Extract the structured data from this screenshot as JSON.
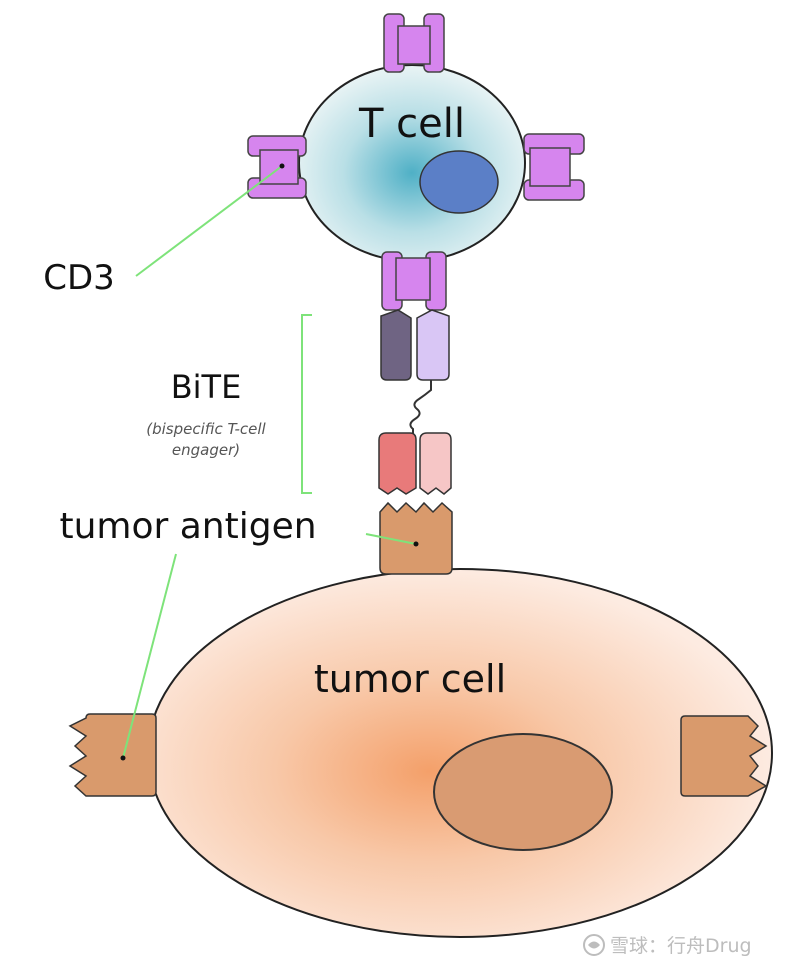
{
  "labels": {
    "t_cell": "T cell",
    "cd3": "CD3",
    "bite": "BiTE",
    "bite_sub_1": "(bispecific T-cell",
    "bite_sub_2": "engager)",
    "tumor_antigen": "tumor antigen",
    "tumor_cell": "tumor cell"
  },
  "watermark": {
    "text": "雪球：行舟Drug"
  },
  "colors": {
    "t_cell_fill_center": "#5fb8cc",
    "t_cell_fill_edge": "#e8f3f4",
    "nucleus_blue": "#5b7fc7",
    "cd3_violet": "#d685ee",
    "bite_dark": "#6f6483",
    "bite_light": "#d9c6f5",
    "bite_red": "#e87a7a",
    "bite_pink": "#f6c6c6",
    "antigen_brown": "#d99a6c",
    "tumor_fill_center": "#f5a470",
    "tumor_fill_edge": "#fde8dd",
    "tumor_nucleus": "#d99b72",
    "leader_green": "#7ee37a",
    "bracket_green": "#7ee37a"
  }
}
